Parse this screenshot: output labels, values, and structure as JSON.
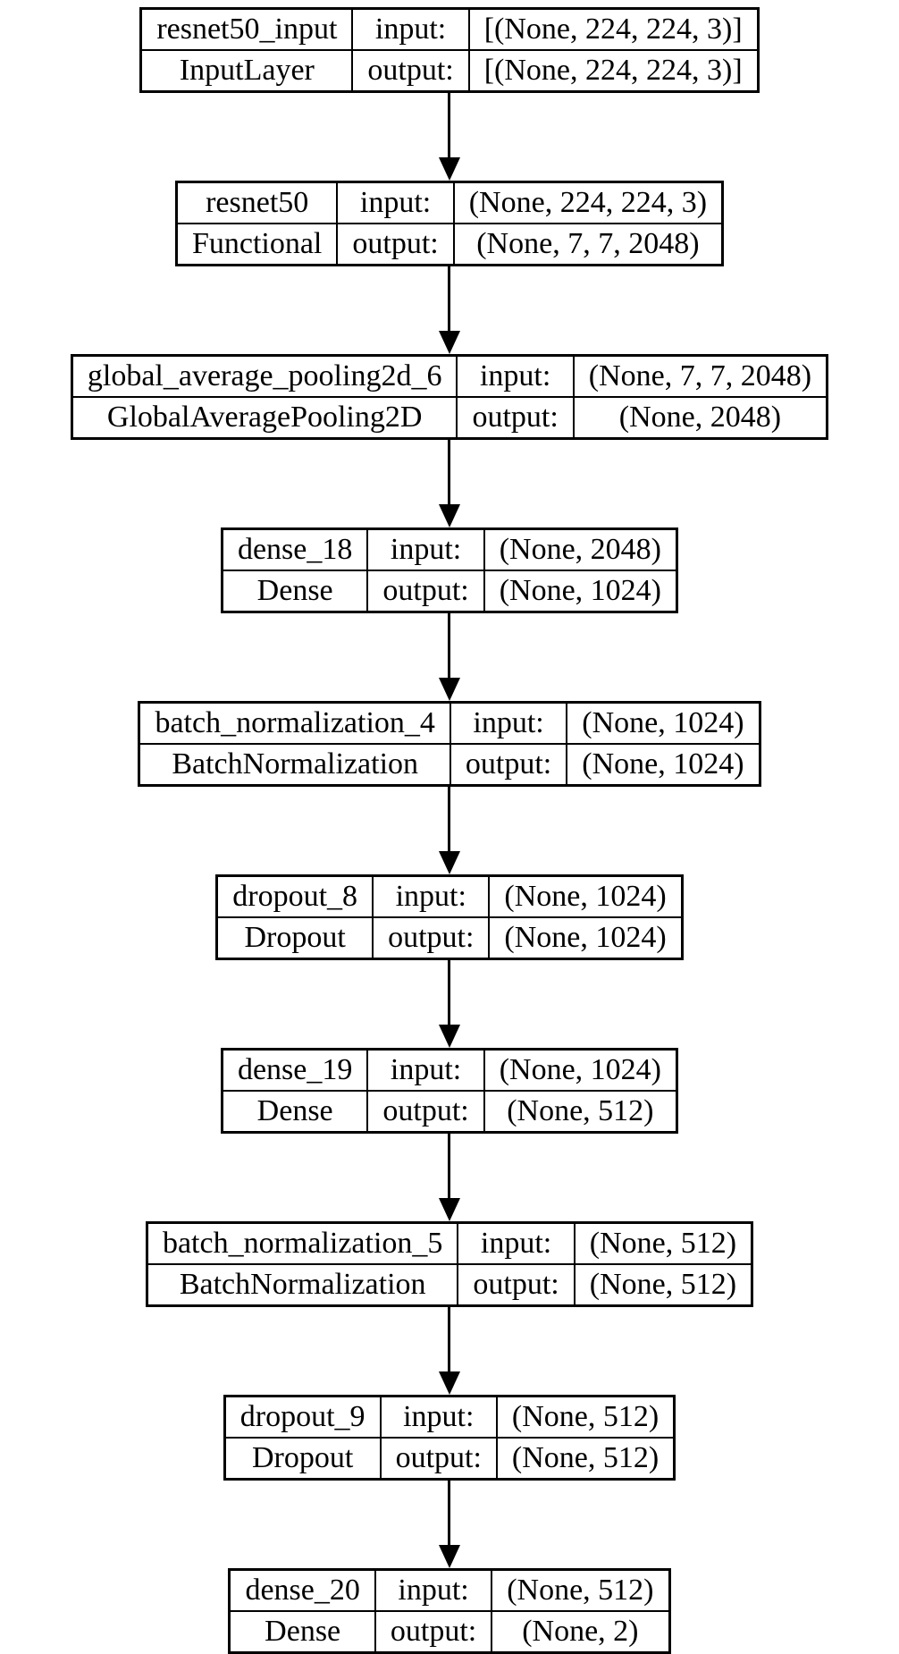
{
  "diagram": {
    "kind": "keras-layer-graph",
    "colors": {
      "line": "#000000",
      "background": "#ffffff",
      "text": "#000000"
    },
    "nodes": [
      {
        "name": "resnet50_input",
        "class_name": "InputLayer",
        "input_label": "input:",
        "output_label": "output:",
        "input_shape": "[(None, 224, 224, 3)]",
        "output_shape": "[(None, 224, 224, 3)]"
      },
      {
        "name": "resnet50",
        "class_name": "Functional",
        "input_label": "input:",
        "output_label": "output:",
        "input_shape": "(None, 224, 224, 3)",
        "output_shape": "(None, 7, 7, 2048)"
      },
      {
        "name": "global_average_pooling2d_6",
        "class_name": "GlobalAveragePooling2D",
        "input_label": "input:",
        "output_label": "output:",
        "input_shape": "(None, 7, 7, 2048)",
        "output_shape": "(None, 2048)"
      },
      {
        "name": "dense_18",
        "class_name": "Dense",
        "input_label": "input:",
        "output_label": "output:",
        "input_shape": "(None, 2048)",
        "output_shape": "(None, 1024)"
      },
      {
        "name": "batch_normalization_4",
        "class_name": "BatchNormalization",
        "input_label": "input:",
        "output_label": "output:",
        "input_shape": "(None, 1024)",
        "output_shape": "(None, 1024)"
      },
      {
        "name": "dropout_8",
        "class_name": "Dropout",
        "input_label": "input:",
        "output_label": "output:",
        "input_shape": "(None, 1024)",
        "output_shape": "(None, 1024)"
      },
      {
        "name": "dense_19",
        "class_name": "Dense",
        "input_label": "input:",
        "output_label": "output:",
        "input_shape": "(None, 1024)",
        "output_shape": "(None, 512)"
      },
      {
        "name": "batch_normalization_5",
        "class_name": "BatchNormalization",
        "input_label": "input:",
        "output_label": "output:",
        "input_shape": "(None, 512)",
        "output_shape": "(None, 512)"
      },
      {
        "name": "dropout_9",
        "class_name": "Dropout",
        "input_label": "input:",
        "output_label": "output:",
        "input_shape": "(None, 512)",
        "output_shape": "(None, 512)"
      },
      {
        "name": "dense_20",
        "class_name": "Dense",
        "input_label": "input:",
        "output_label": "output:",
        "input_shape": "(None, 512)",
        "output_shape": "(None, 2)"
      }
    ]
  }
}
